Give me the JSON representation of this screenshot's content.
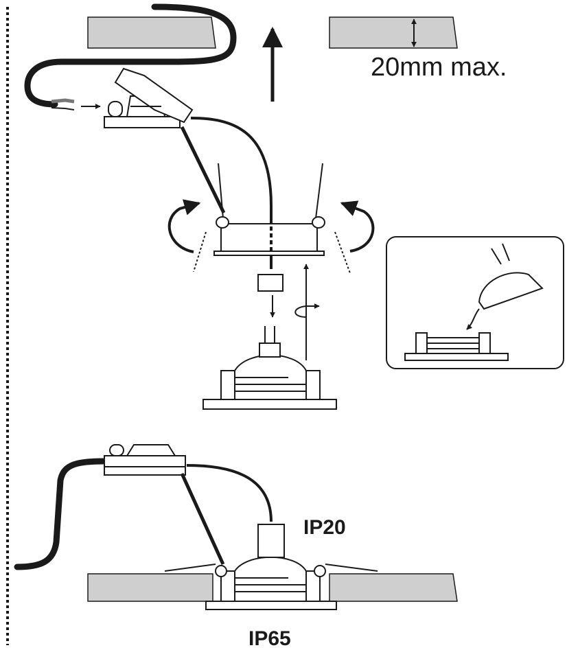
{
  "labels": {
    "max_depth": "20mm max.",
    "ip_rating_top": "IP20",
    "ip_rating_bottom": "IP65"
  },
  "colors": {
    "ceiling": "#cfcfcf",
    "line": "#1a1a1a",
    "cable": "#1a1a1a",
    "wire_sheath": "#777777",
    "background": "#ffffff"
  }
}
